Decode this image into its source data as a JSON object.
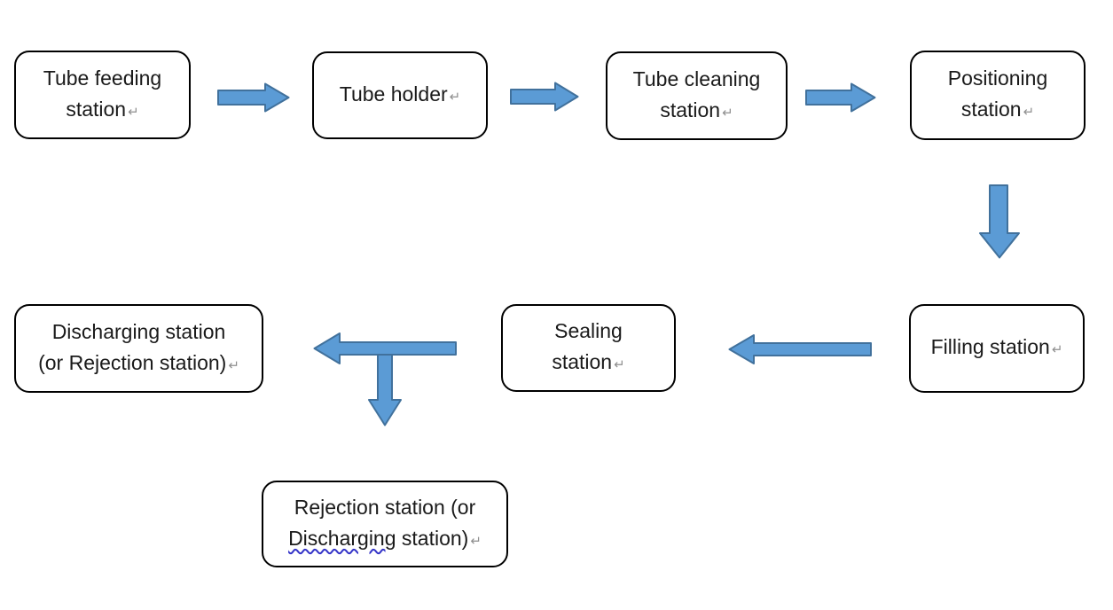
{
  "colors": {
    "background": "#ffffff",
    "box_fill": "#ffffff",
    "box_border": "#000000",
    "text": "#1a1a1a",
    "arrow_fill": "#5b9bd5",
    "arrow_stroke": "#41719c",
    "return_mark": "#8f8f8f",
    "squiggle": "#3434c8"
  },
  "marks": {
    "line_break": "↵"
  },
  "nodes": {
    "tube_feeding": {
      "line1": "Tube feeding",
      "line2": "station"
    },
    "tube_holder": {
      "line1": "Tube holder"
    },
    "tube_cleaning": {
      "line1": "Tube cleaning",
      "line2": "station"
    },
    "positioning": {
      "line1": "Positioning",
      "line2": "station"
    },
    "filling": {
      "line1": "Filling station"
    },
    "sealing": {
      "line1": "Sealing",
      "line2": "station"
    },
    "discharging": {
      "line1": "Discharging station",
      "line2": "(or Rejection station)"
    },
    "rejection": {
      "line1": "Rejection station (or",
      "line2_flagged": "Discharging",
      "line2_rest": " station)"
    }
  },
  "flow": {
    "type": "flowchart",
    "arrows": [
      {
        "direction": "right",
        "from": "Tube feeding station",
        "to": "Tube holder"
      },
      {
        "direction": "right",
        "from": "Tube holder",
        "to": "Tube cleaning station"
      },
      {
        "direction": "right",
        "from": "Tube cleaning station",
        "to": "Positioning station"
      },
      {
        "direction": "down",
        "from": "Positioning station",
        "to": "Filling station"
      },
      {
        "direction": "left",
        "from": "Filling station",
        "to": "Sealing station"
      },
      {
        "direction": "left",
        "from": "Sealing station",
        "to": "Discharging station (or Rejection station)"
      },
      {
        "direction": "down",
        "from": "Sealing station",
        "to": "Rejection station (or Discharging station)"
      }
    ]
  }
}
